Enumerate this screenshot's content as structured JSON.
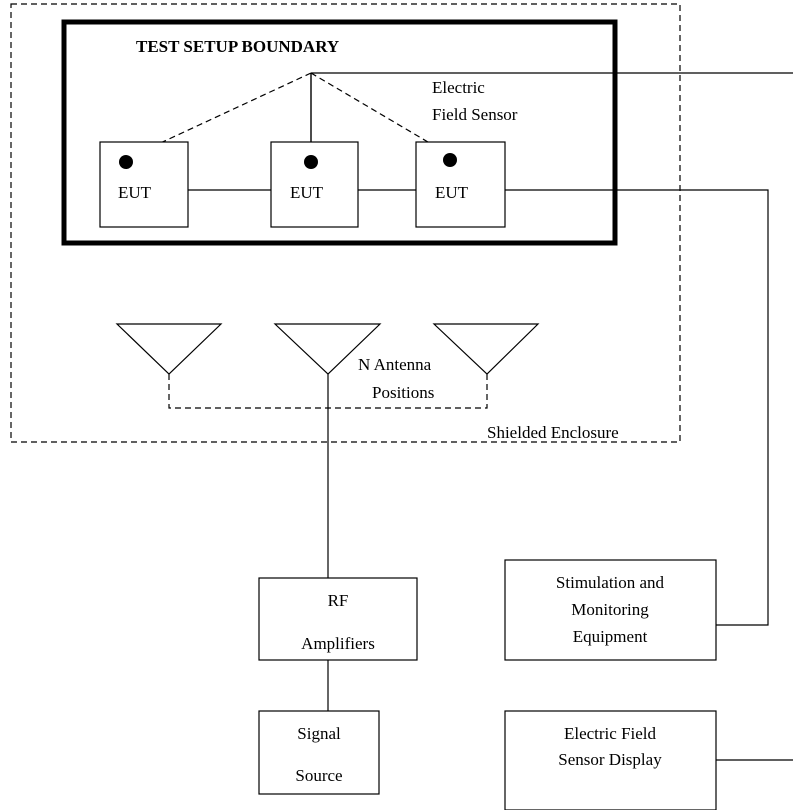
{
  "boundary": {
    "title": "TEST SETUP BOUNDARY"
  },
  "sensor": {
    "label_line1": "Electric",
    "label_line2": "Field Sensor"
  },
  "eut": {
    "label": "EUT"
  },
  "antenna": {
    "label_line1": "N Antenna",
    "label_line2": "Positions"
  },
  "enclosure": {
    "label": "Shielded Enclosure"
  },
  "boxes": {
    "rf_amp_line1": "RF",
    "rf_amp_line2": "Amplifiers",
    "signal_line1": "Signal",
    "signal_line2": "Source",
    "stim_line1": "Stimulation and",
    "stim_line2": "Monitoring",
    "stim_line3": "Equipment",
    "efs_line1": "Electric Field",
    "efs_line2": "Sensor Display"
  }
}
